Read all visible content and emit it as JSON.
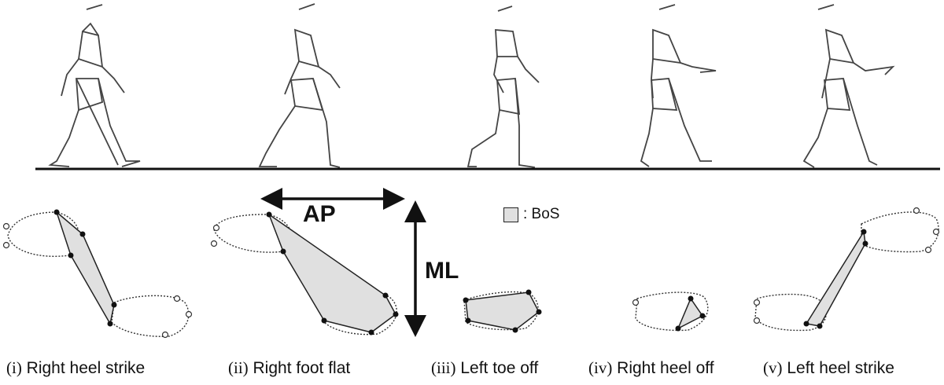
{
  "labels": {
    "ap": "AP",
    "ml": "ML",
    "legend": ": BoS"
  },
  "colors": {
    "bos_fill": "#e0e0e0",
    "stroke": "#222222"
  },
  "phases": [
    {
      "num": "(i)",
      "label": "Right heel strike"
    },
    {
      "num": "(ii)",
      "label": "Right foot flat"
    },
    {
      "num": "(iii)",
      "label": "Left toe off"
    },
    {
      "num": "(iv)",
      "label": "Right heel off"
    },
    {
      "num": "(v)",
      "label": "Left heel strike"
    }
  ]
}
